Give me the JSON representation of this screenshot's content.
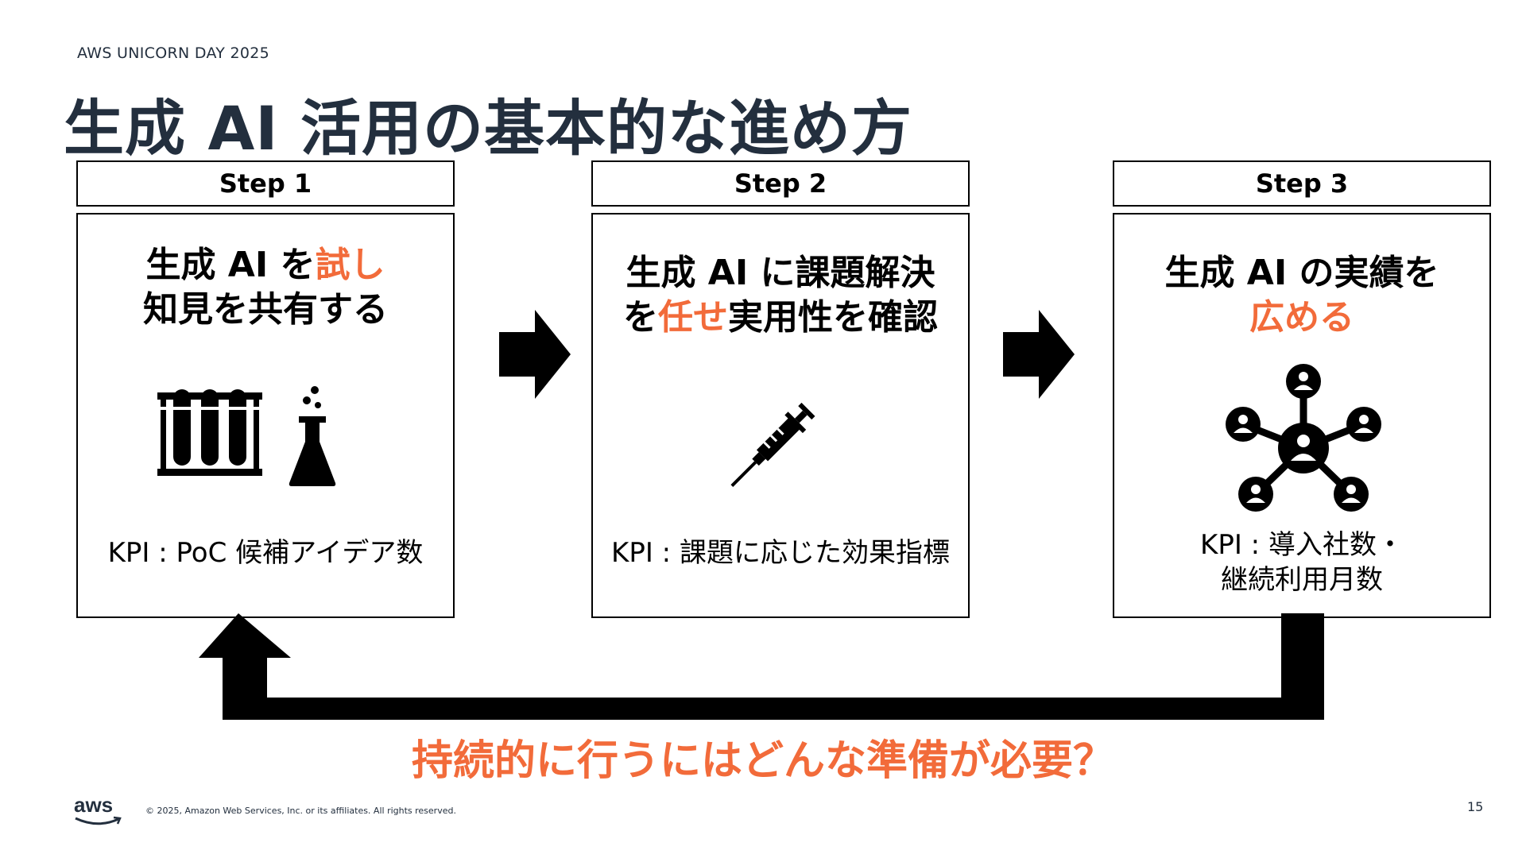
{
  "header": {
    "event": "AWS UNICORN DAY 2025",
    "title": "生成 AI 活用の基本的な進め方"
  },
  "steps": [
    {
      "label": "Step 1",
      "line1_pre": "生成 AI を",
      "line1_hl": "試し",
      "line1_post": "",
      "line2_pre": "知見を共有する",
      "line2_hl": "",
      "line2_post": "",
      "kpi_line1": "KPI : PoC 候補アイデア数",
      "kpi_line2": "",
      "icons": [
        "test-tubes-icon",
        "flask-icon"
      ]
    },
    {
      "label": "Step 2",
      "line1_pre": "生成 AI に課題解決",
      "line1_hl": "",
      "line1_post": "",
      "line2_pre": "を",
      "line2_hl": "任せ",
      "line2_post": "実用性を確認",
      "kpi_line1": "KPI : 課題に応じた効果指標",
      "kpi_line2": "",
      "icons": [
        "syringe-icon"
      ]
    },
    {
      "label": "Step 3",
      "line1_pre": "生成 AI の実績を",
      "line1_hl": "",
      "line1_post": "",
      "line2_pre": "",
      "line2_hl": "広める",
      "line2_post": "",
      "kpi_line1": "KPI : 導入社数・",
      "kpi_line2": "継続利用月数",
      "icons": [
        "network-people-icon"
      ]
    }
  ],
  "arrows": [
    "right-arrow-icon",
    "right-arrow-icon",
    "loop-back-arrow-icon"
  ],
  "question": "持続的に行うにはどんな準備が必要？",
  "footer": {
    "logo_text": "aws",
    "copyright": "© 2025, Amazon Web Services, Inc. or its affiliates. All rights reserved.",
    "page_number": "15"
  },
  "colors": {
    "accent": "#f26b3a",
    "title": "#232f3e",
    "border": "#000000"
  }
}
